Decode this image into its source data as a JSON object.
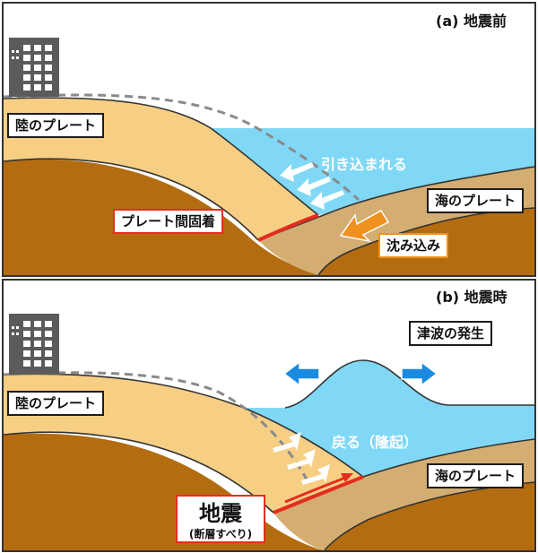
{
  "panel_a": {
    "title": "(a) 地震前",
    "land_plate": "陸のプレート",
    "sea_plate": "海のプレート",
    "pulled_in": "引き込まれる",
    "plate_coupling": "プレート間固着",
    "subduction": "沈み込み"
  },
  "panel_b": {
    "title": "(b) 地震時",
    "land_plate": "陸のプレート",
    "sea_plate": "海のプレート",
    "tsunami": "津波の発生",
    "rebound": "戻る（隆起）",
    "earthquake": "地震",
    "fault_slip": "(断層すべり)"
  },
  "colors": {
    "land_plate": "#f6cf85",
    "sea_plate": "#d3ad72",
    "mantle": "#b46c10",
    "sea": "#80d8f6",
    "fault": "#e52d1f",
    "subduction_arrow": "#f0901e",
    "spread_arrow": "#1b8be0",
    "building": "#5b5b5b"
  },
  "icons": [
    "building-icon",
    "pull-arrow-icon",
    "subduction-arrow-icon",
    "uplift-arrow-icon",
    "spread-arrow-icon"
  ]
}
